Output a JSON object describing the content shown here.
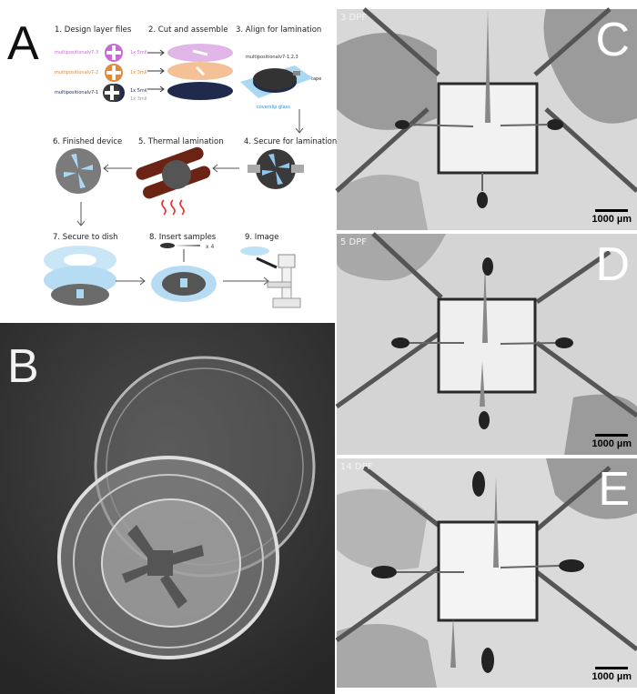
{
  "panel_a": {
    "letter": "A",
    "steps": {
      "s1": "1. Design layer files",
      "s2": "2. Cut and assemble",
      "s3": "3. Align for lamination",
      "s4": "4. Secure for lamination",
      "s5": "5. Thermal lamination",
      "s6": "6. Finished device",
      "s7": "7. Secure to dish",
      "s8": "8. Insert samples",
      "s9": "9. Image"
    },
    "layer_files": [
      "multipositionalv7-3",
      "multipositionalv7-2",
      "multipositionalv7-1"
    ],
    "cut_labels": [
      "1x 5mil",
      "1x 3mil",
      "1x 5mil",
      "1x 3mil"
    ],
    "stack_label": "multipositionalv7-1,2,3",
    "tape_label": "tape",
    "coverslip_label": "coverslip glass",
    "samples_count": "x 4",
    "colors": {
      "pink": "#c76ad3",
      "orange": "#e08a3c",
      "navy": "#1f2a4d",
      "blue": "#9fd0ee",
      "gray": "#7b7b7b",
      "roller": "#6b2414",
      "heat": "#e83030"
    }
  },
  "panel_b": {
    "letter": "B"
  },
  "panel_c": {
    "letter": "C",
    "age": "3 DPF",
    "scale": "1000 µm"
  },
  "panel_d": {
    "letter": "D",
    "age": "5 DPF",
    "scale": "1000 µm"
  },
  "panel_e": {
    "letter": "E",
    "age": "14 DPF",
    "scale": "1000 µm"
  }
}
